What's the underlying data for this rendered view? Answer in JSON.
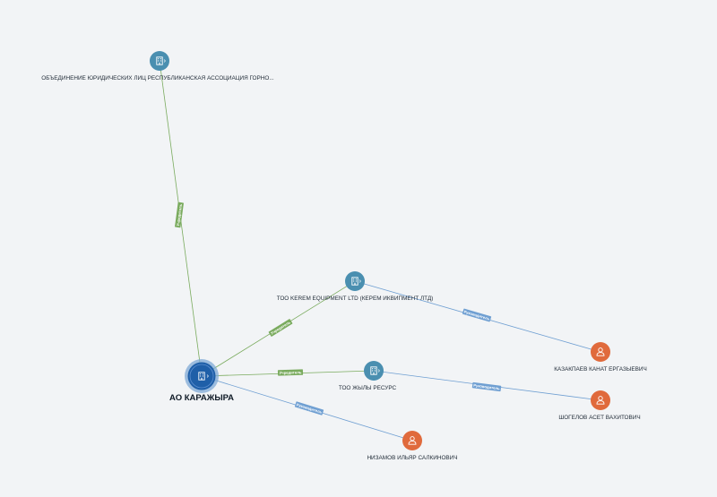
{
  "colors": {
    "background": "#f2f4f6",
    "company_node": "#4a8fb0",
    "main_node": "#1f5fa8",
    "main_node_ring": "#7fa9d6",
    "person_node": "#e06a3c",
    "founder_edge": "#7aab5e",
    "manager_edge": "#6f9fd2"
  },
  "nodes": {
    "ooyul": {
      "label": "ОБЪЕДИНЕНИЕ ЮРИДИЧЕСКИХ ЛИЦ РЕСПУБЛИКАНСКАЯ АССОЦИАЦИЯ ГОРНО...",
      "icon": "building-icon",
      "type": "company"
    },
    "main": {
      "label": "АО КАРАЖЫРА",
      "icon": "building-icon",
      "type": "main"
    },
    "kerem": {
      "label": "ТОО KEREM EQUIPMENT LTD (КЕРЕМ ИКВИПМЕНТ ЛТД)",
      "icon": "building-icon",
      "type": "company"
    },
    "zhyly": {
      "label": "ТОО ЖЫЛЫ РЕСУРС",
      "icon": "building-icon",
      "type": "company"
    },
    "kazakpaev": {
      "label": "КАЗАКПАЕВ КАНАТ ЕРГАЗЫЕВИЧ",
      "icon": "person-icon",
      "type": "person"
    },
    "shogelov": {
      "label": "ШОГЕЛОВ АСЕТ ВАХИТОВИЧ",
      "icon": "person-icon",
      "type": "person"
    },
    "nizamov": {
      "label": "НИЗАМОВ ИЛЬЯР САЛКИНОВИЧ",
      "icon": "person-icon",
      "type": "person"
    }
  },
  "edges": {
    "main_ooyul": {
      "label": "Учредитель",
      "kind": "founder"
    },
    "main_kerem": {
      "label": "Учредитель",
      "kind": "founder"
    },
    "main_zhyly": {
      "label": "Учредитель",
      "kind": "founder"
    },
    "main_nizamov": {
      "label": "Руководитель",
      "kind": "manager"
    },
    "kerem_kazakpaev": {
      "label": "Руководитель",
      "kind": "manager"
    },
    "zhyly_shogelov": {
      "label": "Руководитель",
      "kind": "manager"
    }
  }
}
